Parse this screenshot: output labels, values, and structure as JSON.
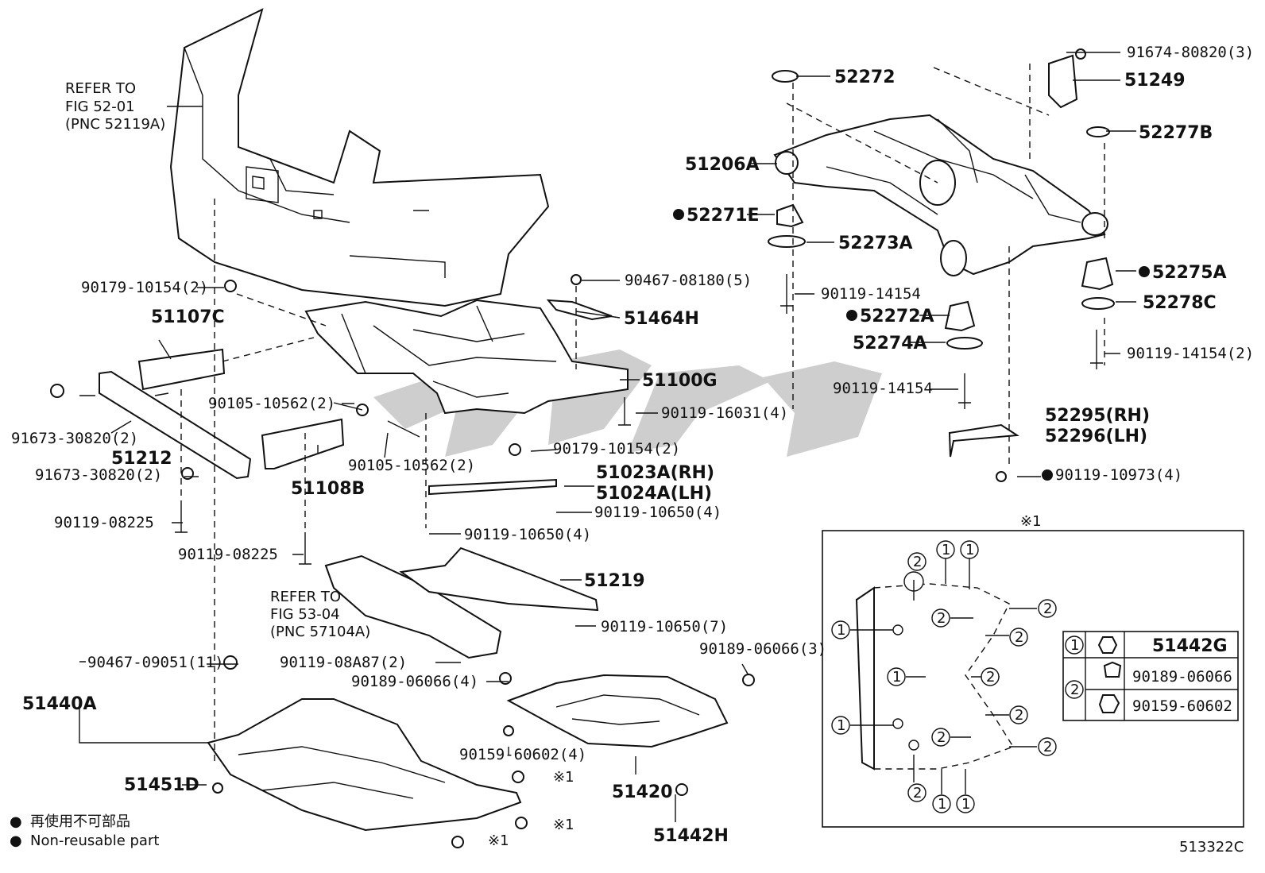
{
  "diagram": {
    "figure_code": "513322C",
    "refer_bumper": [
      "REFER TO",
      "FIG 52-01",
      "(PNC 52119A)"
    ],
    "refer_cover": [
      "REFER TO",
      "FIG 53-04",
      "(PNC 57104A)"
    ],
    "legend_notes": [
      {
        "mark": "●",
        "text": "再使用不可部品"
      },
      {
        "mark": "●",
        "text": "Non-reusable part"
      }
    ],
    "callouts": {
      "p91674": "91674-80820(3)",
      "p52272": "52272",
      "p51249": "51249",
      "p52277B": "52277B",
      "p51206A": "51206A",
      "p52271E": "52271E",
      "p52273A": "52273A",
      "p52275A": "52275A",
      "p90119_14154_a": "90119-14154",
      "p52278C": "52278C",
      "p52272A": "52272A",
      "p52274A": "52274A",
      "p90119_14154_2": "90119-14154(2)",
      "p90119_14154_b": "90119-14154",
      "p52295": "52295(RH)",
      "p52296": "52296(LH)",
      "p90119_10973": "90119-10973(4)",
      "p90179_10154_a": "90179-10154(2)",
      "p51107C": "51107C",
      "p90467_08180": "90467-08180(5)",
      "p51464H": "51464H",
      "p51100G": "51100G",
      "p90105_10562_a": "90105-10562(2)",
      "p90119_16031": "90119-16031(4)",
      "p91673_a": "91673-30820(2)",
      "p51212": "51212",
      "p90179_10154_b": "90179-10154(2)",
      "p90105_10562_b": "90105-10562(2)",
      "p91673_b": "91673-30820(2)",
      "p51108B": "51108B",
      "p51023A": "51023A(RH)",
      "p51024A": "51024A(LH)",
      "p90119_10650_a": "90119-10650(4)",
      "p90119_08225_a": "90119-08225",
      "p90119_10650_b": "90119-10650(4)",
      "p90119_08225_b": "90119-08225",
      "p51219": "51219",
      "p90119_10650_c": "90119-10650(7)",
      "p90119_08A87": "90119-08A87(2)",
      "p90467_09051": "90467-09051(11)",
      "p90189_06066_3": "90189-06066(3)",
      "p90189_06066_4": "90189-06066(4)",
      "p51440A": "51440A",
      "p90159_60602": "90159-60602(4)",
      "p51451D": "51451D",
      "p51420": "51420",
      "p51442H": "51442H",
      "note_mark": "※1"
    },
    "inset": {
      "title": "※1",
      "table": [
        {
          "key": "1",
          "part": "51442G"
        },
        {
          "key": "2",
          "part": "90189-06066"
        },
        {
          "key": "",
          "part": "90159-60602"
        }
      ]
    },
    "watermark_text": "GSGC"
  }
}
